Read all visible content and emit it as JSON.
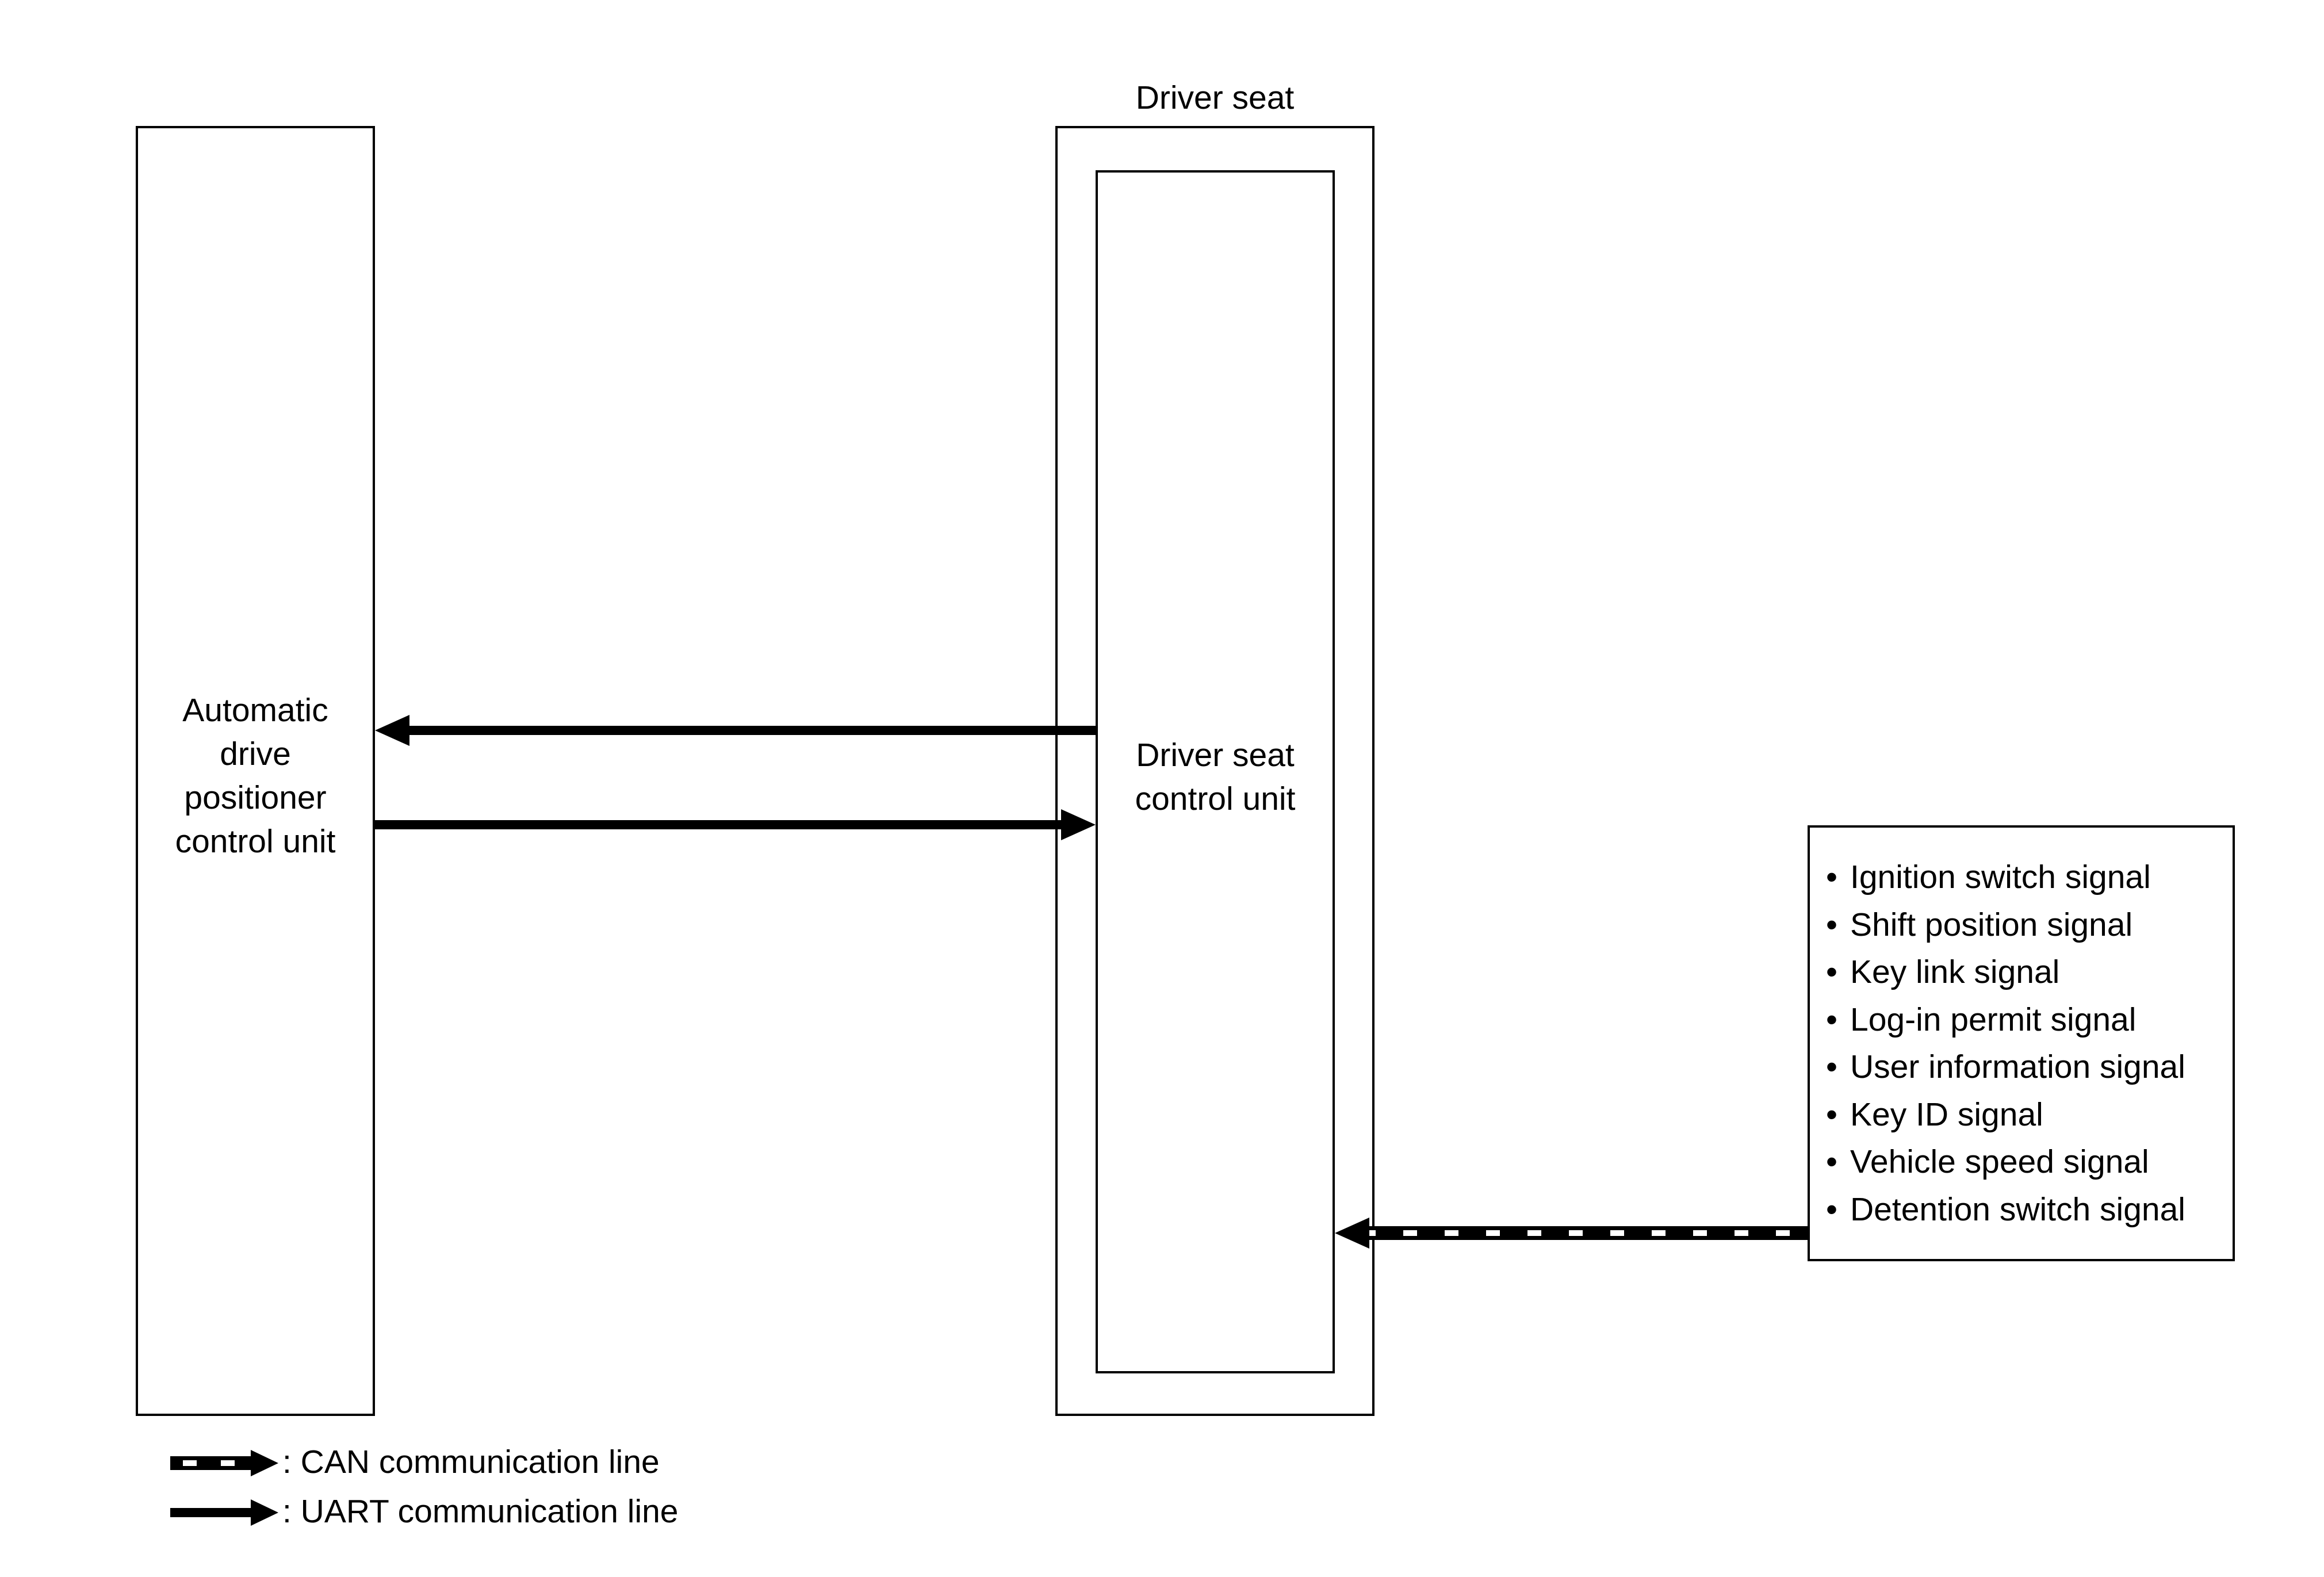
{
  "diagram": {
    "automatic_drive_unit": {
      "label_lines": [
        "Automatic",
        "drive",
        "positioner",
        "control unit"
      ]
    },
    "driver_seat": {
      "title": "Driver seat",
      "control_unit": {
        "label_lines": [
          "Driver seat",
          "control unit"
        ]
      }
    },
    "signals": {
      "items": [
        "Ignition switch signal",
        "Shift position signal",
        "Key link signal",
        "Log-in permit signal",
        "User information signal",
        "Key ID signal",
        "Vehicle speed signal",
        "Detention switch signal"
      ]
    },
    "legend": {
      "can_label": ": CAN communication line",
      "uart_label": ": UART communication line"
    }
  }
}
